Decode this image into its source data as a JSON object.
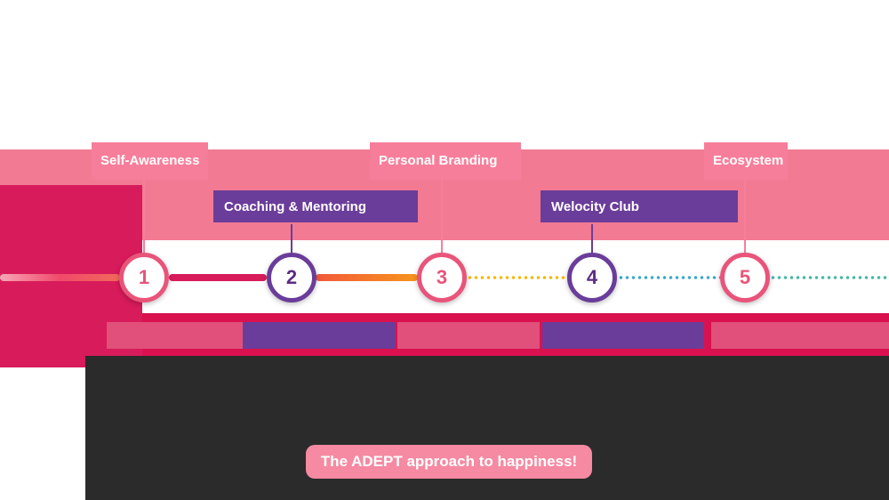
{
  "steps": [
    {
      "number": "1",
      "label": "Self-Awareness"
    },
    {
      "number": "2",
      "label": "Coaching & Mentoring"
    },
    {
      "number": "3",
      "label": "Personal Branding"
    },
    {
      "number": "4",
      "label": "Welocity Club"
    },
    {
      "number": "5",
      "label": "Ecosystem"
    }
  ],
  "tagline": "The ADEPT approach to happiness!",
  "colors": {
    "pink": "#f77e9a",
    "purple": "#6a3d9a",
    "crimson": "#d81b5b",
    "dark": "#2b2b2b"
  }
}
